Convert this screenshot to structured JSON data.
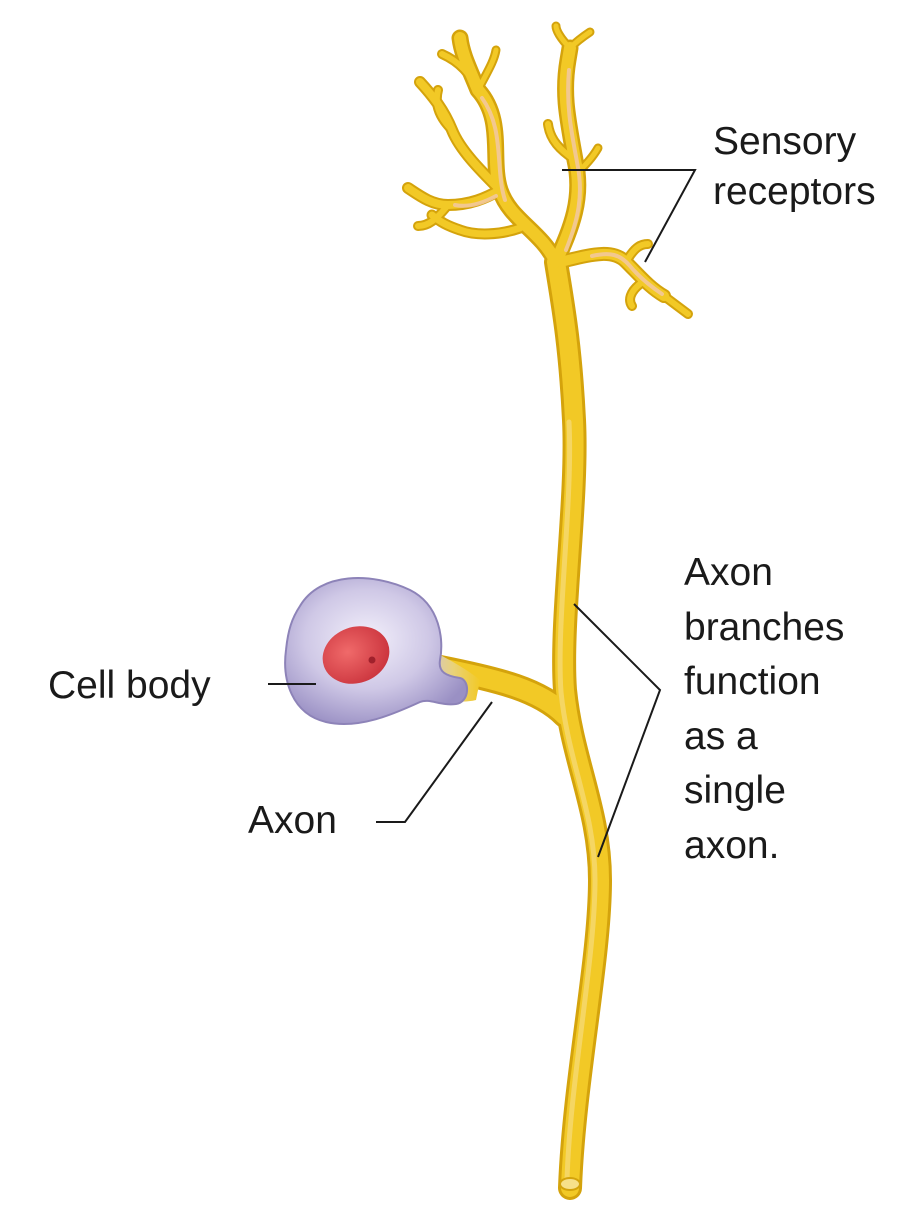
{
  "diagram": {
    "labels": {
      "sensory_receptors": [
        "Sensory",
        "receptors"
      ],
      "axon_branches": [
        "Axon",
        "branches",
        "function",
        "as a",
        "single",
        "axon."
      ],
      "cell_body": "Cell body",
      "axon": "Axon"
    },
    "colors": {
      "nerve_fiber": "#f2c926",
      "nerve_fiber_edge": "#d9a810",
      "nerve_highlight": "#f6d98a",
      "receptor_tint": "#f1c9a0",
      "cell_body": "#b8b0d8",
      "cell_body_edge": "#8d83b8",
      "nucleus": "#d9414a",
      "leader_line": "#1a1a1a"
    }
  }
}
